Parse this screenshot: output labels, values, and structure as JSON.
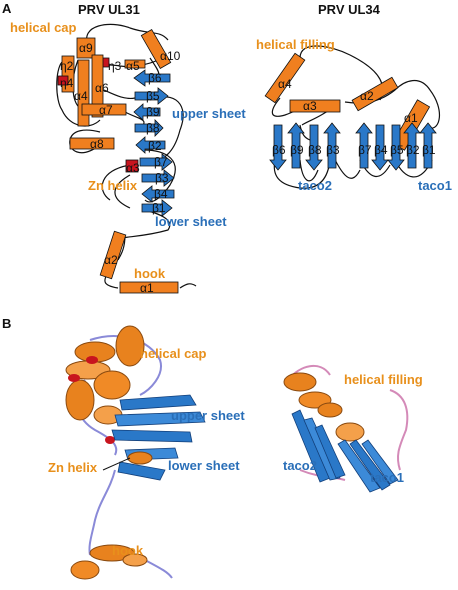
{
  "panels": {
    "a_letter": "A",
    "b_letter": "B",
    "left_title": "PRV UL31",
    "right_title": "PRV UL34"
  },
  "labels": {
    "helical_cap": "helical cap",
    "upper_sheet": "upper sheet",
    "zn_helix": "Zn helix",
    "lower_sheet": "lower sheet",
    "hook": "hook",
    "helical_filling": "helical filling",
    "taco2": "taco2",
    "taco1": "taco1"
  },
  "ul31": {
    "helices": [
      "α9",
      "α10",
      "η2",
      "η3",
      "α5",
      "η4",
      "α4",
      "α6",
      "α7",
      "α8",
      "α3",
      "α2",
      "α1"
    ],
    "strands": [
      "β6",
      "β5",
      "β9",
      "β8",
      "β2",
      "β7",
      "β3",
      "β4",
      "β1"
    ]
  },
  "ul34": {
    "helices": [
      "α4",
      "α3",
      "α2",
      "α1"
    ],
    "strands": [
      "β6",
      "β9",
      "β8",
      "β3",
      "β7",
      "β4",
      "β5",
      "β2",
      "β1"
    ]
  },
  "colors": {
    "helix": "#f07f1f",
    "helix_red": "#c8141e",
    "strand": "#2a78c8",
    "label_orange": "#e8901c",
    "label_blue": "#2a6fb8",
    "ribbon_loop": "#8a8ad8",
    "loop_pink": "#d48ab8"
  }
}
